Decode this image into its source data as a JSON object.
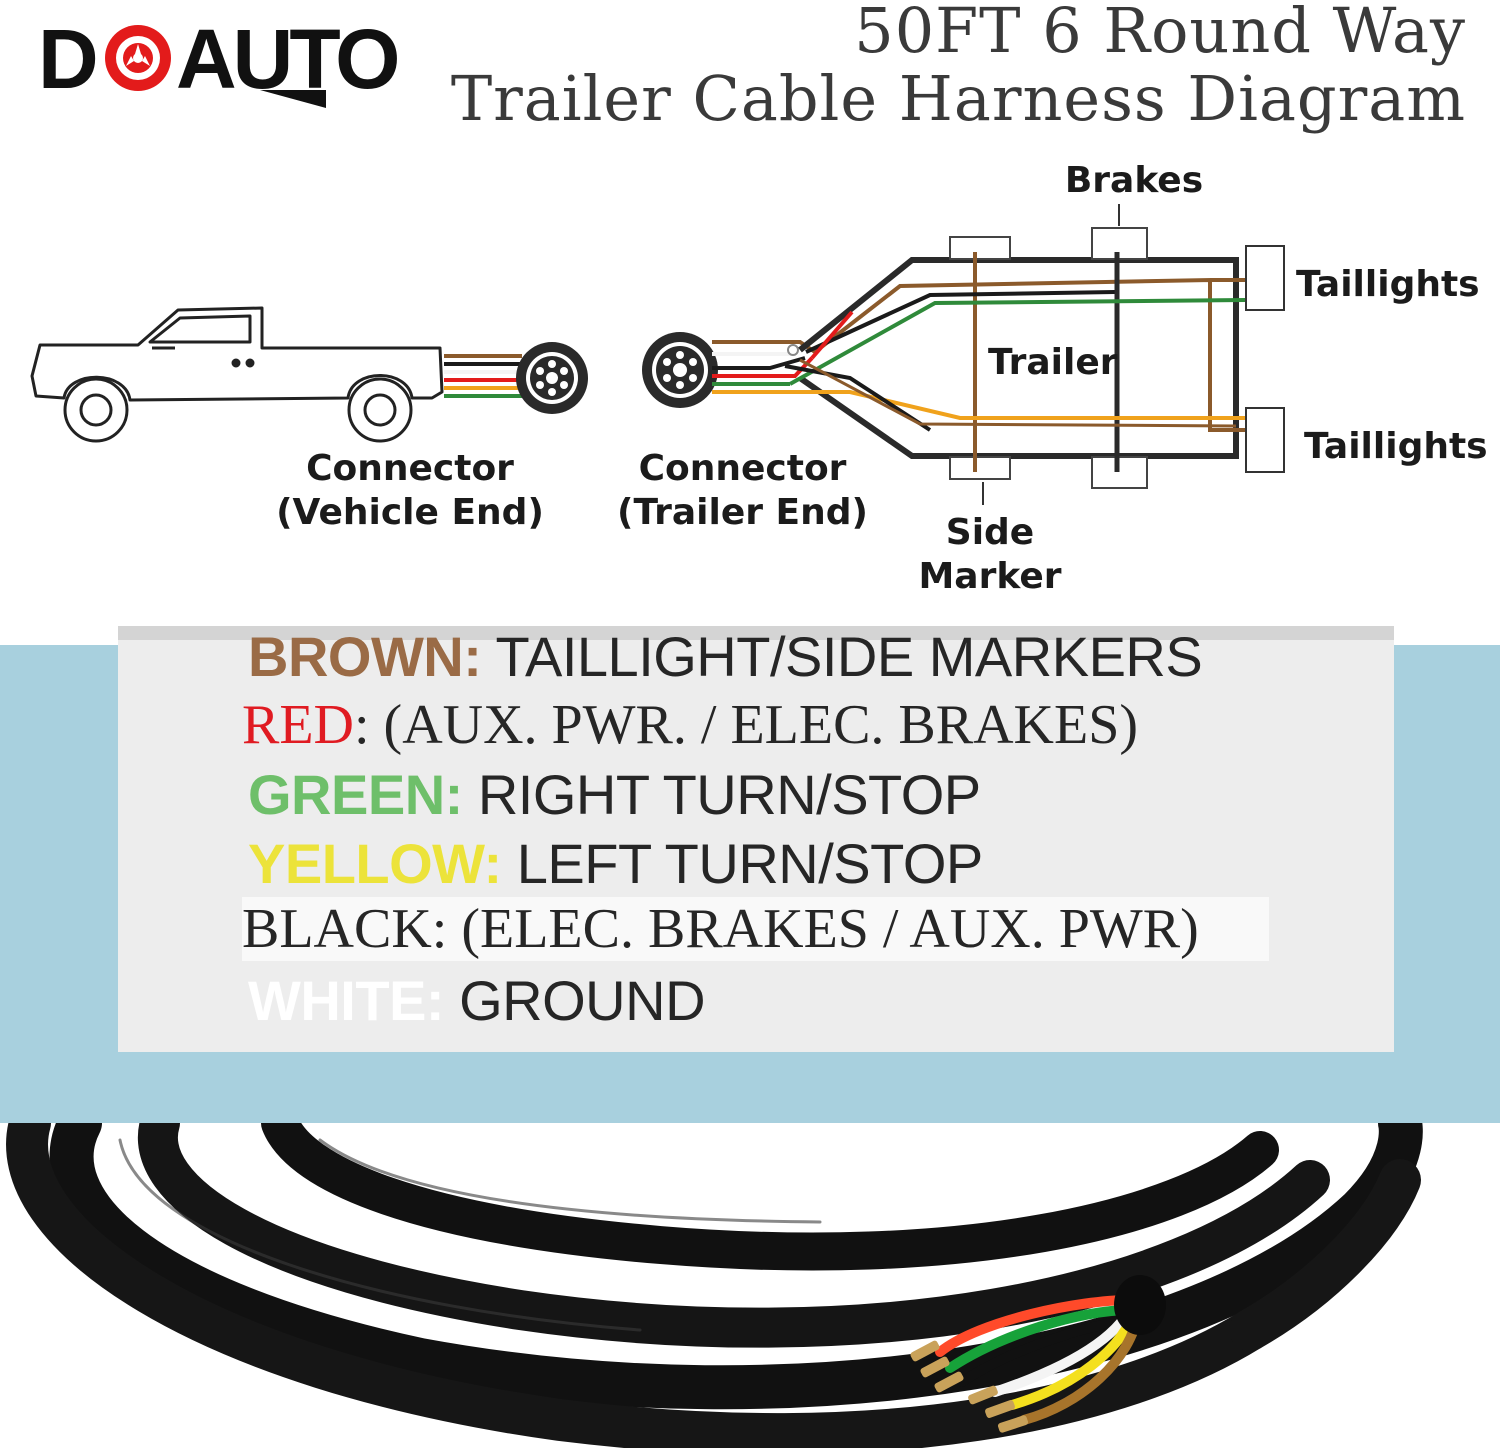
{
  "brand": {
    "name": "DOAUTO"
  },
  "title": {
    "line1": "50FT 6 Round Way",
    "line2": "Trailer Cable Harness Diagram"
  },
  "diagram": {
    "labels": {
      "brakes": "Brakes",
      "taillights_top": "Taillights",
      "taillights_bottom": "Taillights",
      "trailer": "Trailer",
      "connector_vehicle_1": "Connector",
      "connector_vehicle_2": "(Vehicle End)",
      "connector_trailer_1": "Connector",
      "connector_trailer_2": "(Trailer End)",
      "side_marker_1": "Side",
      "side_marker_2": "Marker"
    }
  },
  "legend": {
    "rows": [
      {
        "key": "BROWN:",
        "text": "TAILLIGHT/SIDE MARKERS",
        "color": "#9a6b46"
      },
      {
        "key": "RED",
        "text": ": (AUX. PWR. / ELEC. BRAKES)",
        "color": "#e01b22"
      },
      {
        "key": "GREEN:",
        "text": "RIGHT TURN/STOP",
        "color": "#6ebf6a"
      },
      {
        "key": "YELLOW:",
        "text": "LEFT TURN/STOP",
        "color": "#ece33a"
      },
      {
        "key": "BLACK:",
        "text": "(ELEC. BRAKES / AUX. PWR)",
        "color": "#262626"
      },
      {
        "key": "WHITE:",
        "text": "GROUND",
        "color": "#ffffff"
      }
    ]
  },
  "wire_colors": {
    "brown": "#8b5a2b",
    "red": "#e31b1b",
    "green": "#2f8a3a",
    "yellow": "#f0a21c",
    "black": "#1a1a1a",
    "white": "#f4f4f4"
  }
}
